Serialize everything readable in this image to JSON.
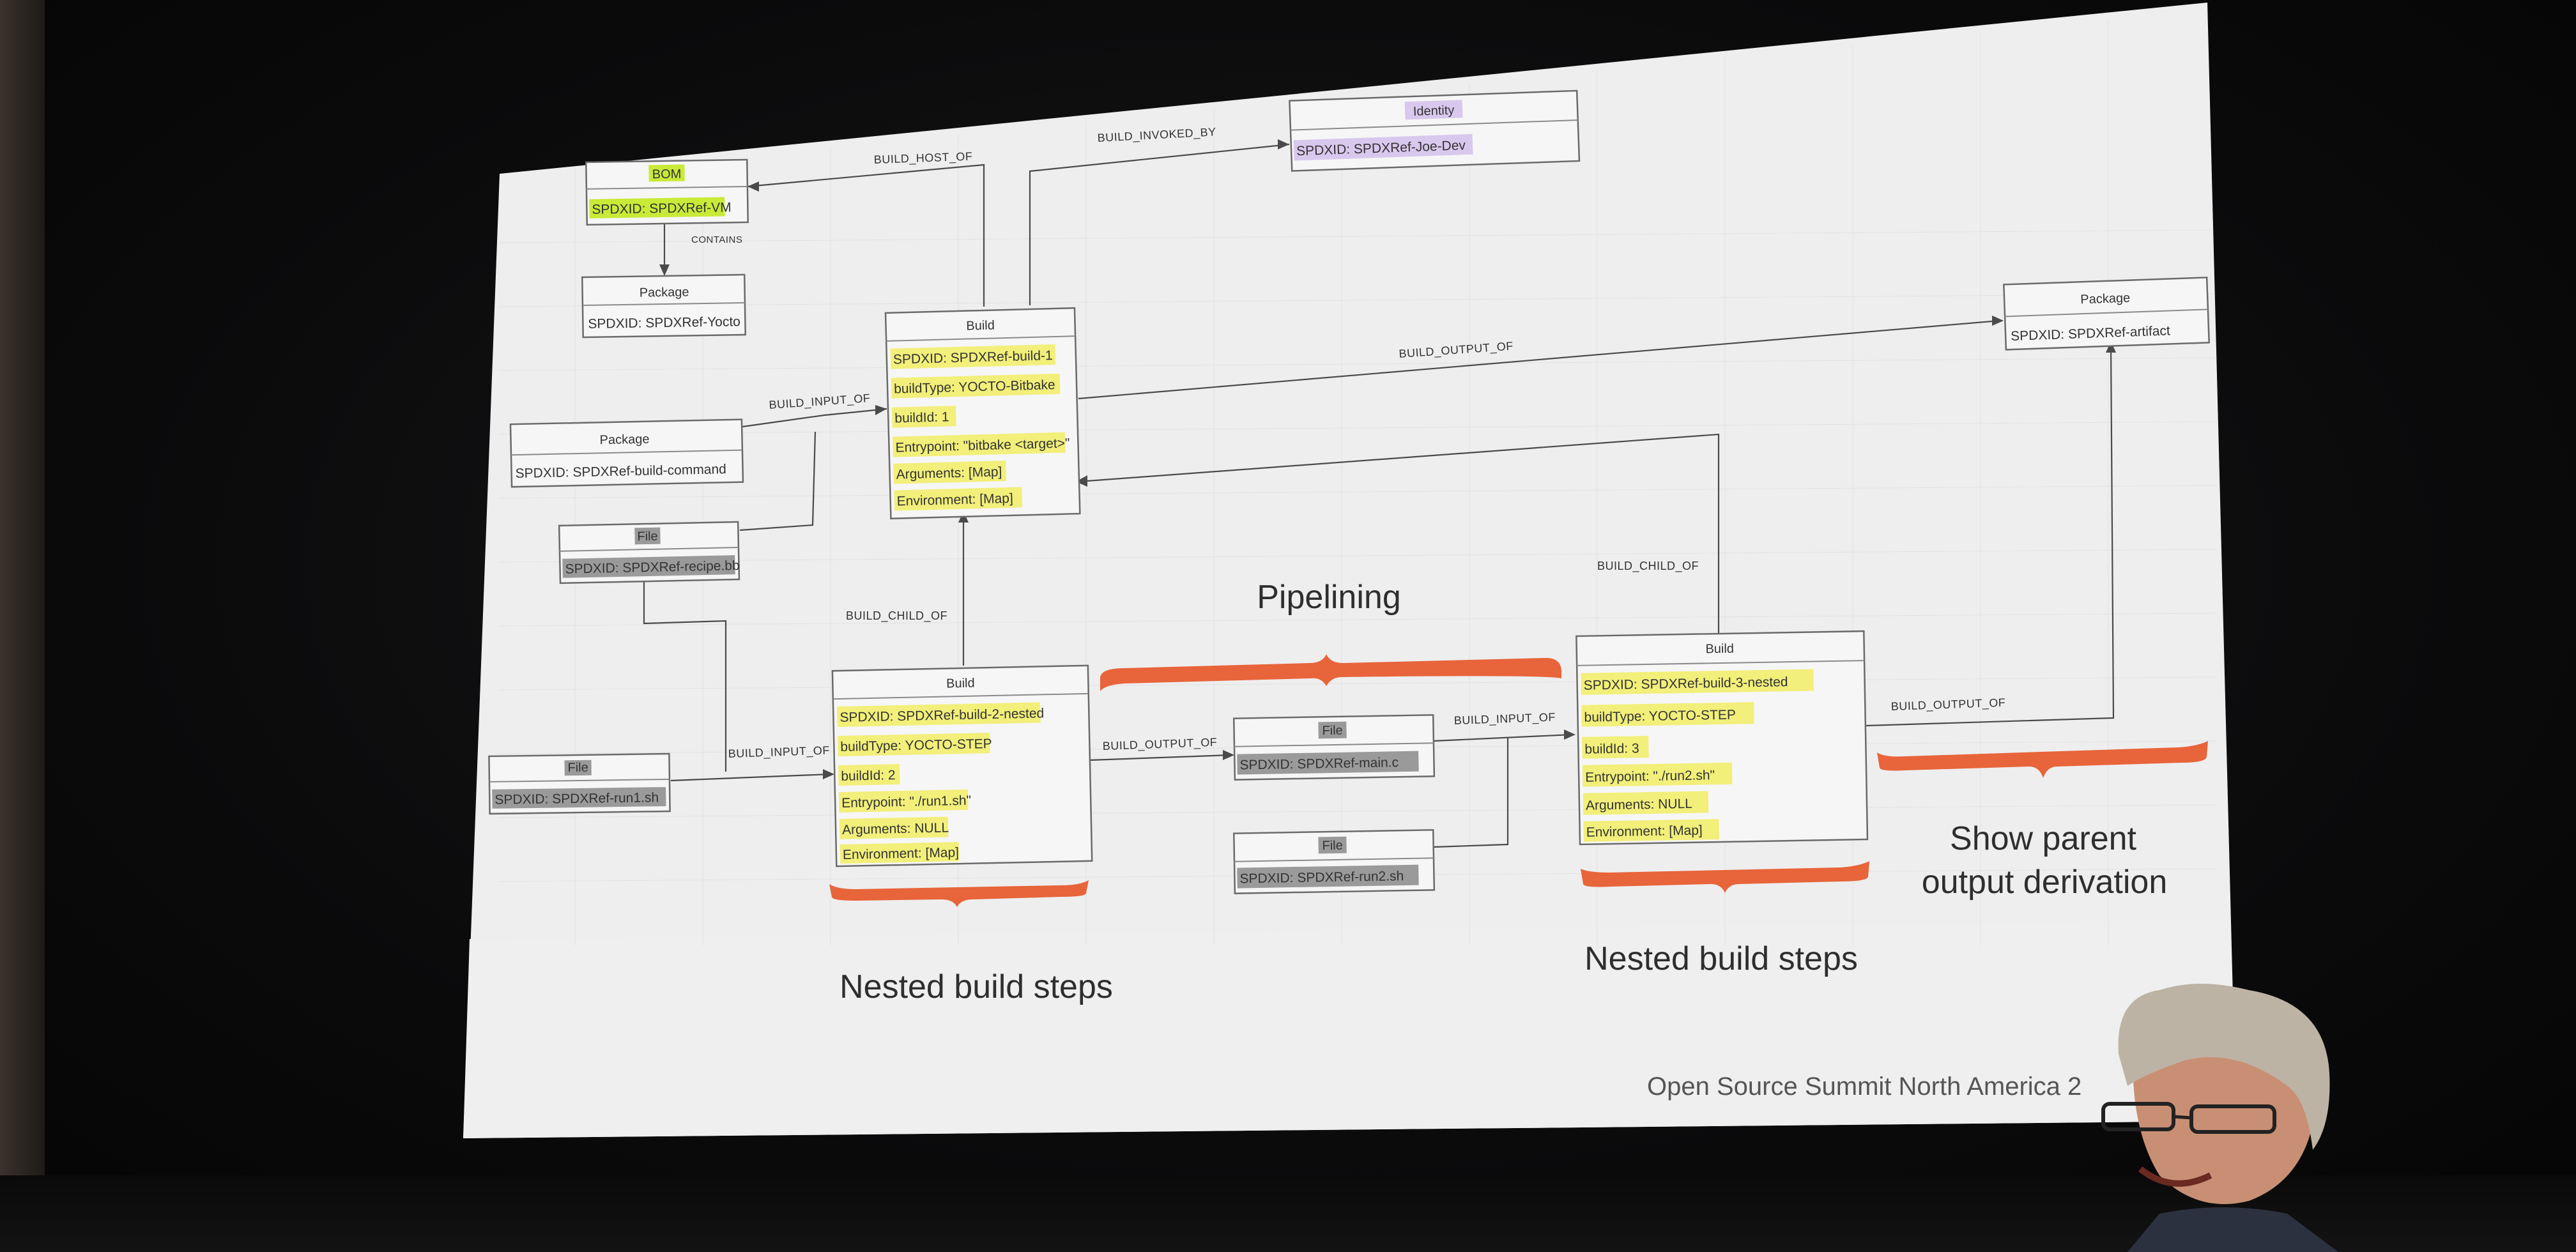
{
  "slide": {
    "footer": "Open Source Summit North America 2",
    "annotations": {
      "pipelining": "Pipelining",
      "nested_left": "Nested build steps",
      "nested_right": "Nested build steps",
      "parent_line1": "Show parent",
      "parent_line2": "output derivation"
    },
    "brace_color": "#e8643a",
    "highlight_colors": {
      "field": "#f2ef7a",
      "bom": "#c9ea37",
      "identity": "#d9c8ee",
      "file": "#9a9a9a"
    }
  },
  "nodes": {
    "bom": {
      "type": "BOM",
      "fields": [
        "SPDXID: SPDXRef-VM"
      ]
    },
    "pkg_yocto": {
      "type": "Package",
      "fields": [
        "SPDXID: SPDXRef-Yocto"
      ]
    },
    "identity": {
      "type": "Identity",
      "fields": [
        "SPDXID: SPDXRef-Joe-Dev"
      ]
    },
    "build1": {
      "type": "Build",
      "fields": [
        "SPDXID: SPDXRef-build-1",
        "buildType: YOCTO-Bitbake",
        "buildId: 1",
        "Entrypoint: \"bitbake <target>\"",
        "Arguments: [Map]",
        "Environment: [Map]"
      ]
    },
    "pkg_cmd": {
      "type": "Package",
      "fields": [
        "SPDXID: SPDXRef-build-command"
      ]
    },
    "file_recipe": {
      "type": "File",
      "fields": [
        "SPDXID: SPDXRef-recipe.bb"
      ]
    },
    "pkg_artifact": {
      "type": "Package",
      "fields": [
        "SPDXID: SPDXRef-artifact"
      ]
    },
    "file_run1": {
      "type": "File",
      "fields": [
        "SPDXID: SPDXRef-run1.sh"
      ]
    },
    "build2": {
      "type": "Build",
      "fields": [
        "SPDXID: SPDXRef-build-2-nested",
        "buildType: YOCTO-STEP",
        "buildId: 2",
        "Entrypoint: \"./run1.sh\"",
        "Arguments: NULL",
        "Environment: [Map]"
      ]
    },
    "file_main": {
      "type": "File",
      "fields": [
        "SPDXID: SPDXRef-main.c"
      ]
    },
    "file_run2": {
      "type": "File",
      "fields": [
        "SPDXID: SPDXRef-run2.sh"
      ]
    },
    "build3": {
      "type": "Build",
      "fields": [
        "SPDXID: SPDXRef-build-3-nested",
        "buildType: YOCTO-STEP",
        "buildId: 3",
        "Entrypoint: \"./run2.sh\"",
        "Arguments: NULL",
        "Environment: [Map]"
      ]
    }
  },
  "edges": {
    "build_host_of": "BUILD_HOST_OF",
    "build_invoked_by": "BUILD_INVOKED_BY",
    "contains": "CONTAINS",
    "build_input_of_cmd": "BUILD_INPUT_OF",
    "build_output_of_1": "BUILD_OUTPUT_OF",
    "build_child_of_2": "BUILD_CHILD_OF",
    "build_child_of_3": "BUILD_CHILD_OF",
    "build_input_of_run1": "BUILD_INPUT_OF",
    "build_output_of_2": "BUILD_OUTPUT_OF",
    "build_input_of_3": "BUILD_INPUT_OF",
    "build_output_of_3": "BUILD_OUTPUT_OF"
  }
}
